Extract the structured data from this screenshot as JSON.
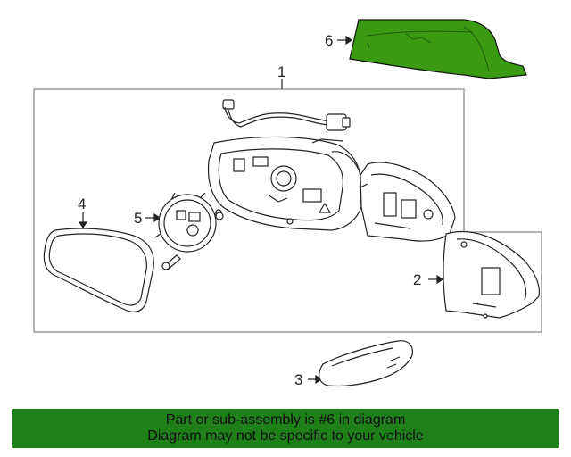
{
  "callouts": [
    {
      "id": "1",
      "label": "1"
    },
    {
      "id": "2",
      "label": "2"
    },
    {
      "id": "3",
      "label": "3"
    },
    {
      "id": "4",
      "label": "4"
    },
    {
      "id": "5",
      "label": "5"
    },
    {
      "id": "6",
      "label": "6"
    }
  ],
  "highlight_color": "#3a9a12",
  "banner": {
    "line1": "Part or sub-assembly is #6 in diagram",
    "line2": "Diagram may not be specific to your vehicle",
    "background": "#1f7f18"
  }
}
